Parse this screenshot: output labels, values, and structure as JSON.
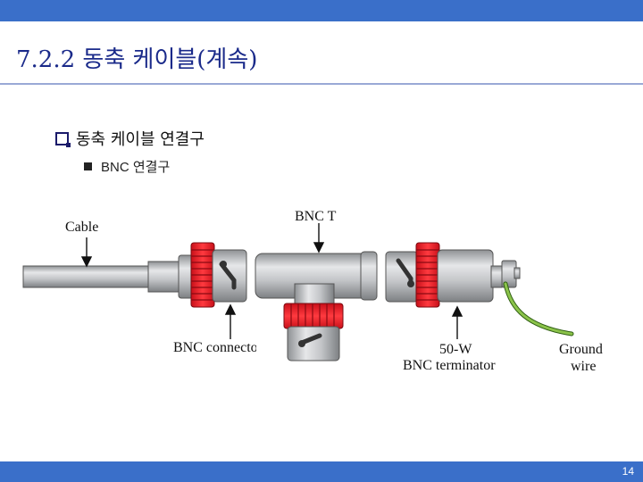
{
  "header": {
    "title": "7.2.2 동축 케이블(계속)"
  },
  "bullets": {
    "level1": "동축 케이블 연결구",
    "level2": "BNC 연결구"
  },
  "diagram": {
    "labels": {
      "cable": "Cable",
      "bnc_t": "BNC T",
      "bnc_connector": "BNC connector",
      "ohm": "50-W",
      "terminator": "BNC terminator",
      "ground": "Ground",
      "wire": "wire"
    },
    "colors": {
      "connector_red": "#e8242e",
      "metal_gray": "#b7b9bc",
      "ground_wire": "#8bc34a"
    }
  },
  "footer": {
    "page_number": "14"
  },
  "colors": {
    "bar": "#3a6fc9",
    "title": "#1a2a8a"
  }
}
